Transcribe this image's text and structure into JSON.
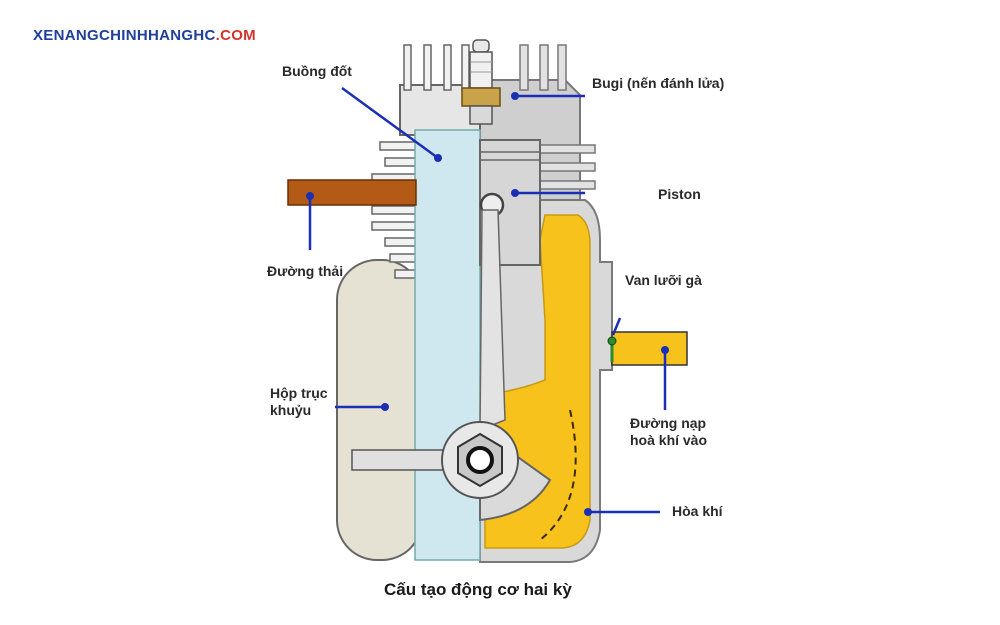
{
  "brand": {
    "main": "XENANGCHINHHANGHC",
    "tld": ".COM"
  },
  "labels": {
    "combustion_chamber": "Buồng đốt",
    "spark_plug": "Bugi (nến đánh lửa)",
    "piston": "Piston",
    "exhaust": "Đường thải",
    "reed_valve": "Van lưỡi gà",
    "crankcase_line1": "Hộp trục",
    "crankcase_line2": "khuỷu",
    "intake_line1": "Đường nạp",
    "intake_line2": "hoà khí vào",
    "mixture": "Hòa khí"
  },
  "caption": "Cấu tạo động cơ hai kỳ",
  "colors": {
    "pointer": "#1b2fb5",
    "mixture_yellow": "#f7c21c",
    "metal_light": "#dcdcdc",
    "metal_dark": "#8c8c8c",
    "exhaust_pipe": "#b35a17",
    "cylinder_glass": "#cfe7ee"
  }
}
